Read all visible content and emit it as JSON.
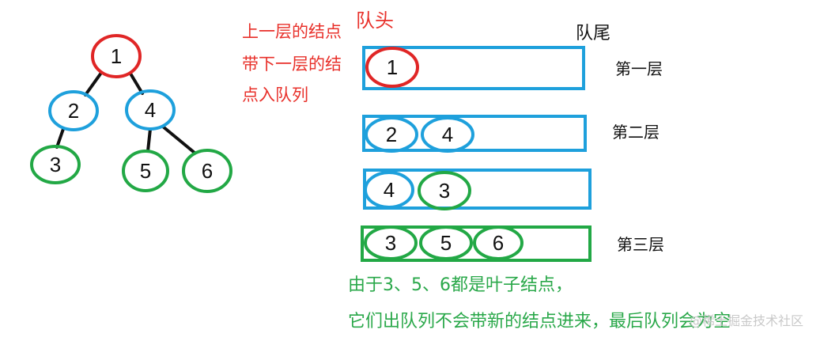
{
  "tree": {
    "nodes": [
      {
        "id": "1",
        "label": "1",
        "color": "#e02626"
      },
      {
        "id": "2",
        "label": "2",
        "color": "#1ea0dc"
      },
      {
        "id": "4",
        "label": "4",
        "color": "#1ea0dc"
      },
      {
        "id": "3",
        "label": "3",
        "color": "#22a845"
      },
      {
        "id": "5",
        "label": "5",
        "color": "#22a845"
      },
      {
        "id": "6",
        "label": "6",
        "color": "#22a845"
      }
    ],
    "edges": [
      [
        "1",
        "2"
      ],
      [
        "1",
        "4"
      ],
      [
        "2",
        "3"
      ],
      [
        "4",
        "5"
      ],
      [
        "4",
        "6"
      ]
    ]
  },
  "queues": [
    {
      "items": [
        "1"
      ],
      "color": "#1ea0dc"
    },
    {
      "items": [
        "2",
        "4"
      ],
      "color": "#1ea0dc"
    },
    {
      "items": [
        "4",
        "3"
      ],
      "color": "#1ea0dc"
    },
    {
      "items": [
        "3",
        "5",
        "6"
      ],
      "color": "#22a845"
    }
  ],
  "labels": {
    "note_line1": "上一层的结点",
    "note_line2": "带下一层的结",
    "note_line3": "点入队列",
    "queue_head": "队头",
    "queue_tail": "队尾",
    "layer1": "第一层",
    "layer2": "第二层",
    "layer3": "第三层",
    "bottom_line1": "由于3、5、6都是叶子结点，",
    "bottom_line2": "它们出队列不会带新的结点进来，最后队列会为空",
    "watermark": "@稀土掘金技术社区"
  },
  "colors": {
    "red": "#e02626",
    "blue": "#1ea0dc",
    "green": "#22a845",
    "edge": "#111111"
  }
}
